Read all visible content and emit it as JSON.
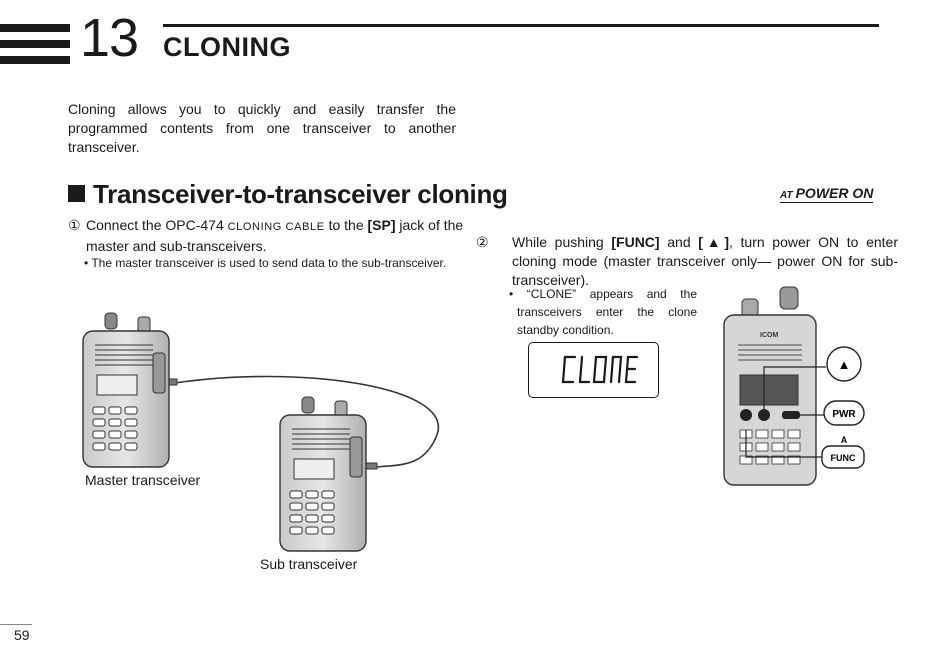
{
  "header": {
    "chapter_number": "13",
    "chapter_title": "CLONING"
  },
  "intro": "Cloning allows you to quickly and easily transfer the programmed contents from one transceiver to another transceiver.",
  "section": {
    "title": "Transceiver-to-transceiver cloning",
    "tag_prefix": "AT",
    "tag": "POWER ON"
  },
  "steps": [
    {
      "num": "①",
      "text_a": "Connect the OPC-474 ",
      "smallcaps": "CLONING CABLE",
      "text_b": " to the ",
      "bold": "[SP]",
      "text_c": " jack of the master and sub-transceivers.",
      "note": "• The master transceiver is used to send data to the sub-transceiver."
    },
    {
      "num": "②",
      "text_a": "While pushing ",
      "bold1": "[FUNC]",
      "text_b": " and ",
      "bold2": "[▲]",
      "text_c": ", turn power ON to enter cloning mode (master transceiver only— power ON for sub-transceiver).",
      "note": "• “CLONE” appears and the transceivers enter the clone standby condition."
    }
  ],
  "lcd_text": "CLONE",
  "figure_labels": {
    "master": "Master transceiver",
    "sub": "Sub transceiver"
  },
  "key_callouts": {
    "up": "▲",
    "pwr": "PWR",
    "func_tag": "A",
    "func": "FUNC",
    "brand": "ICOM"
  },
  "page_number": "59"
}
